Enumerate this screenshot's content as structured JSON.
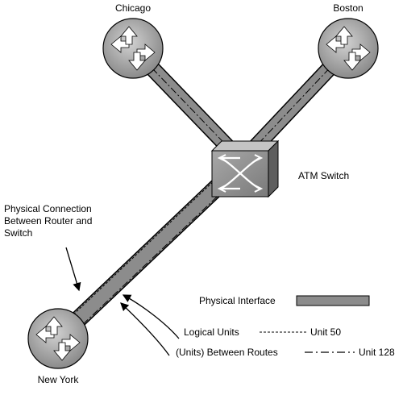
{
  "nodes": {
    "chicago": {
      "label": "Chicago"
    },
    "boston": {
      "label": "Boston"
    },
    "atm_switch": {
      "label": "ATM Switch"
    },
    "new_york": {
      "label": "New York"
    }
  },
  "annotation": {
    "line1": "Physical Connection",
    "line2": "Between Router and",
    "line3": "Switch"
  },
  "legend": {
    "physical_interface": "Physical Interface",
    "logical_units": "Logical Units",
    "unit_50": "Unit 50",
    "between_routes": "(Units) Between Routes",
    "unit_128": "Unit 128"
  },
  "colors": {
    "link_fill": "#8c8c8c",
    "router_fill": "#a9a9a9",
    "switch_fill": "#8f8f8f"
  }
}
